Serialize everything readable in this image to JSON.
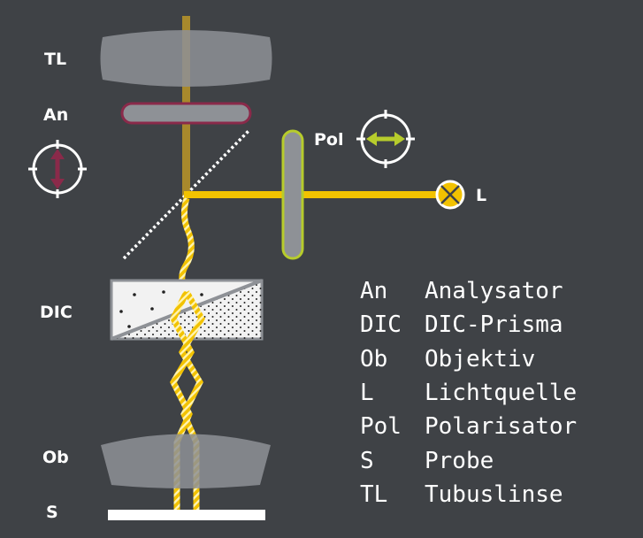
{
  "labels": {
    "tl": "TL",
    "an": "An",
    "pol": "Pol",
    "l": "L",
    "dic": "DIC",
    "ob": "Ob",
    "s": "S"
  },
  "legend": [
    {
      "abbr": "An",
      "text": "Analysator"
    },
    {
      "abbr": "DIC",
      "text": "DIC-Prisma"
    },
    {
      "abbr": "Ob",
      "text": "Objektiv"
    },
    {
      "abbr": "L",
      "text": "Lichtquelle"
    },
    {
      "abbr": "Pol",
      "text": "Polarisator"
    },
    {
      "abbr": "S",
      "text": "Probe"
    },
    {
      "abbr": "TL",
      "text": "Tubuslinse"
    }
  ],
  "colors": {
    "background": "#3f4246",
    "beam": "#f2c200",
    "beam_light": "#fff4b0",
    "beam_faded": "#a8892c",
    "lens": "#8e9196",
    "analyzer": "#8a2a4a",
    "polarizer": "#b7cc2c",
    "prism_fill": "#f2f2f2",
    "white": "#ffffff"
  }
}
